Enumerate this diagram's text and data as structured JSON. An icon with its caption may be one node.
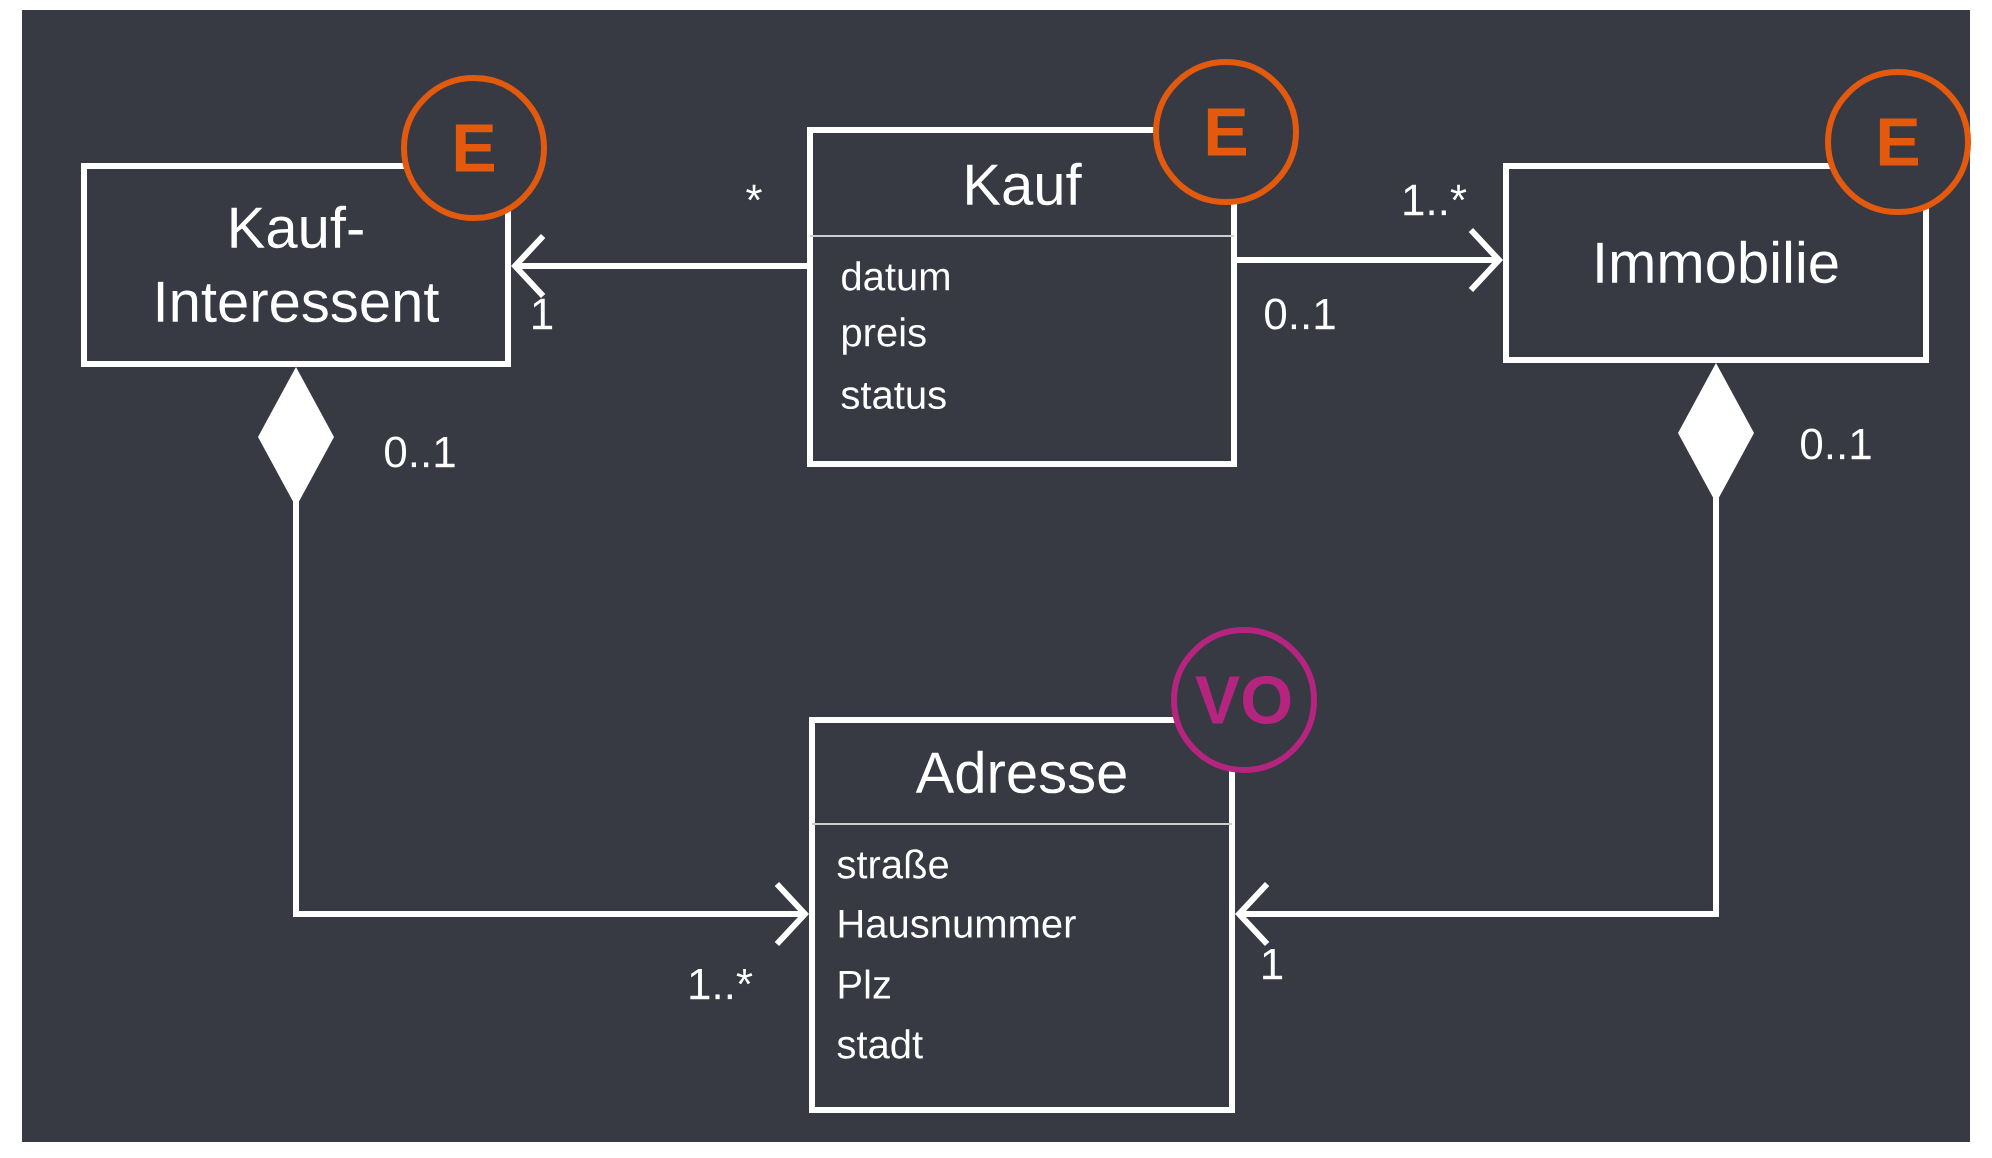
{
  "diagram": {
    "nodes": [
      {
        "text": [
          "Kauf- Interessent"
        ]
      },
      {
        "text": [
          "E"
        ]
      },
      {
        "text": [
          "Kauf",
          "datum",
          "preis",
          "status"
        ]
      },
      {
        "text": [
          "E"
        ]
      },
      {
        "text": [
          "Immobilie"
        ]
      },
      {
        "text": [
          "E"
        ]
      },
      {
        "text": [
          "Adresse",
          "straße",
          "Hausnummer",
          "Plz",
          "stadt"
        ]
      },
      {
        "text": [
          "VO"
        ]
      }
    ],
    "edges": [
      {
        "from": 2,
        "to": 0,
        "arrow": "to"
      },
      {
        "from": 2,
        "to": 4,
        "arrow": "to"
      },
      {
        "from": 0,
        "to": 6,
        "arrow": "to"
      },
      {
        "from": 4,
        "to": 6,
        "arrow": "to"
      }
    ],
    "labels": [
      "*",
      "1..*",
      "1",
      "0..1",
      "0..1",
      "0..1",
      "1",
      "1..*"
    ]
  }
}
